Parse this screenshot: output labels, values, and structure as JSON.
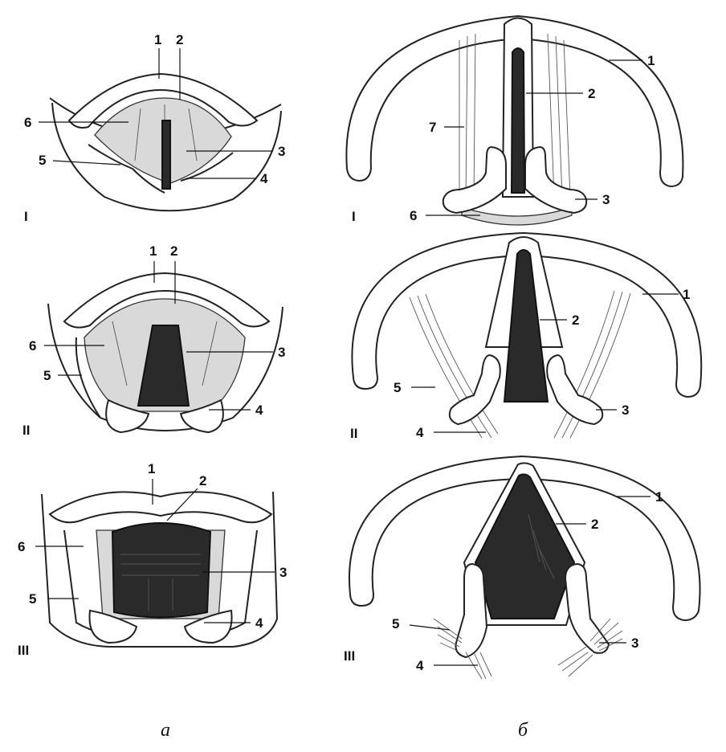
{
  "panels": {
    "a": {
      "caption": "а",
      "rows": [
        {
          "roman": "I",
          "labels": [
            "1",
            "2",
            "3",
            "4",
            "5",
            "6"
          ]
        },
        {
          "roman": "II",
          "labels": [
            "1",
            "2",
            "3",
            "4",
            "5",
            "6"
          ]
        },
        {
          "roman": "III",
          "labels": [
            "1",
            "2",
            "3",
            "4",
            "5",
            "6"
          ]
        }
      ]
    },
    "b": {
      "caption": "б",
      "rows": [
        {
          "roman": "I",
          "labels": [
            "1",
            "2",
            "3",
            "6",
            "7"
          ]
        },
        {
          "roman": "II",
          "labels": [
            "1",
            "2",
            "3",
            "4",
            "5"
          ]
        },
        {
          "roman": "III",
          "labels": [
            "1",
            "2",
            "3",
            "4",
            "5"
          ]
        }
      ]
    }
  }
}
